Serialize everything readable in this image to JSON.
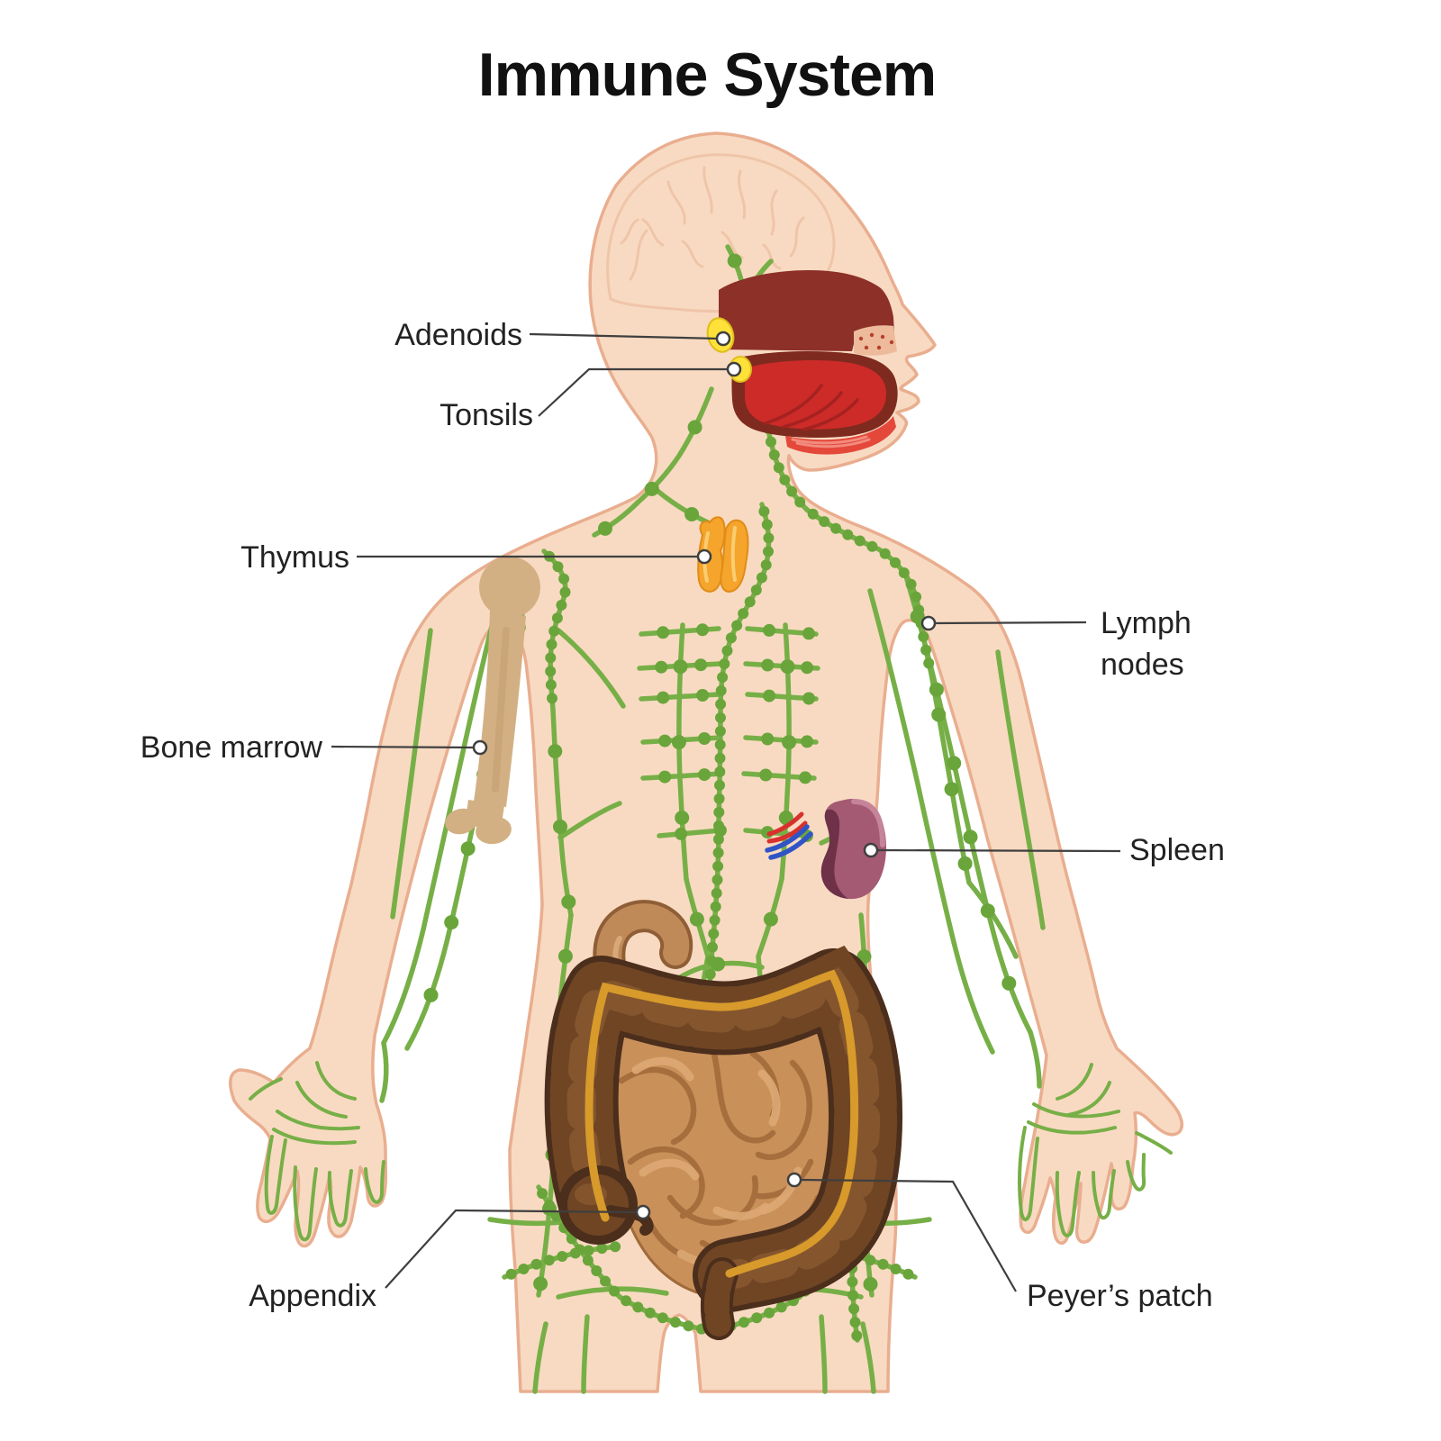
{
  "title": "Immune System",
  "labels": {
    "adenoids": "Adenoids",
    "tonsils": "Tonsils",
    "thymus": "Thymus",
    "bone_marrow": "Bone marrow",
    "lymph_nodes_line1": "Lymph",
    "lymph_nodes_line2": "nodes",
    "spleen": "Spleen",
    "appendix": "Appendix",
    "peyers_patch": "Peyer’s patch"
  },
  "colors": {
    "title": "#111111",
    "label": "#222222",
    "leader": "#3f3f3f",
    "skin": "#f8dac2",
    "skin_outline": "#e9ae8f",
    "body_line": "#efc5a9",
    "lymph_line": "#77af47",
    "lymph_node": "#69a53a",
    "bone": "#d3b083",
    "bone_shade": "#c09a6c",
    "thymus": "#f5a42c",
    "thymus_dark": "#e08c17",
    "thymus_light": "#fbcd72",
    "spleen": "#a45a72",
    "spleen_dark": "#6e3148",
    "spleen_light": "#c5849a",
    "vessel_red": "#d8312e",
    "vessel_blue": "#3054c6",
    "mouth_dark": "#8c3028",
    "tongue": "#cc2b28",
    "tongue_dark": "#a42220",
    "muscle_red": "#e4483a",
    "muscle_light": "#f28b7d",
    "tonsil_yellow": "#ffe139",
    "tonsil_outline": "#ddbe1d",
    "colon_dark": "#4b2e1c",
    "colon_mid": "#6f4524",
    "colon_light": "#8a5930",
    "intestine": "#c9905a",
    "intestine_fold": "#a66e3d",
    "intestine_light": "#dda873",
    "duodenum": "#c08a58",
    "duodenum_dark": "#8f5e36",
    "omentum": "#d79a2b",
    "speckle": "#b5402b",
    "speckle_bg": "#edba9c"
  }
}
